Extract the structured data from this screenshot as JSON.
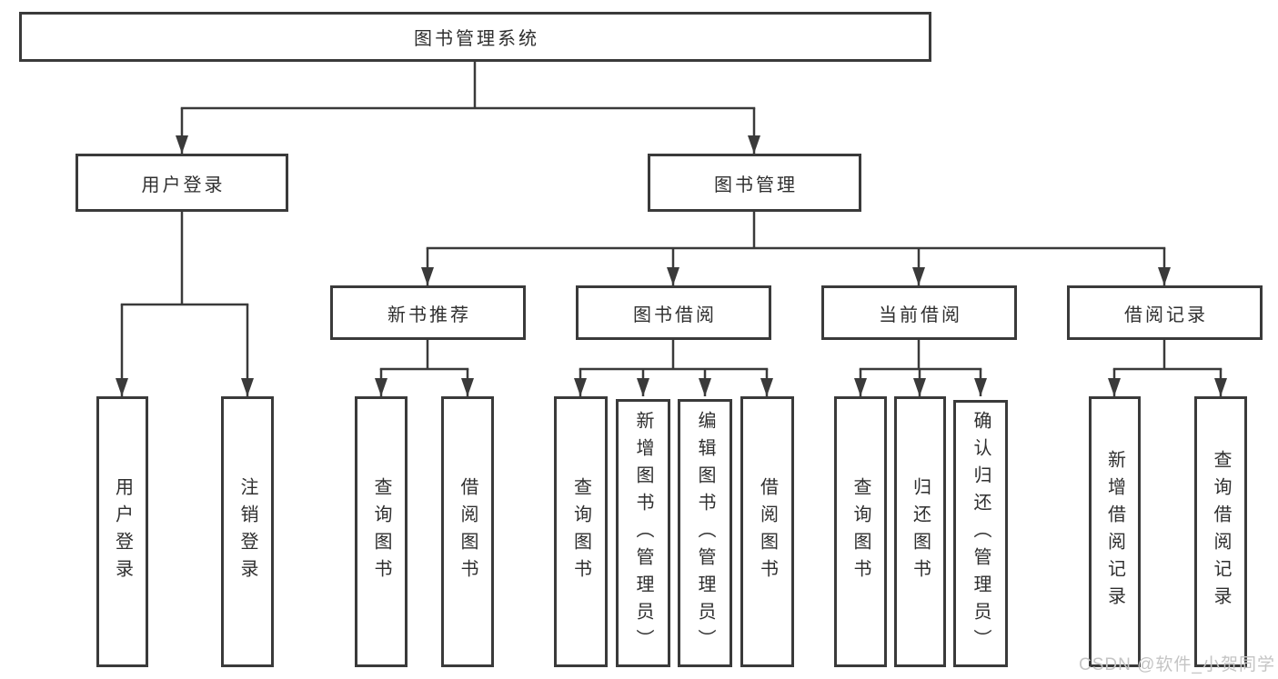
{
  "diagram_title": "图书管理系统",
  "nodes": {
    "root": {
      "label": "图书管理系统"
    },
    "user_login": {
      "label": "用户登录"
    },
    "book_mgmt": {
      "label": "图书管理"
    },
    "login": {
      "label": "用户登录"
    },
    "logout": {
      "label": "注销登录"
    },
    "new_book_rec": {
      "label": "新书推荐"
    },
    "book_borrow": {
      "label": "图书借阅"
    },
    "current_borrow": {
      "label": "当前借阅"
    },
    "borrow_record": {
      "label": "借阅记录"
    },
    "nbr_query_book": {
      "label": "查询图书"
    },
    "nbr_borrow_book": {
      "label": "借阅图书"
    },
    "bb_query_book": {
      "label": "查询图书"
    },
    "bb_add_book": {
      "label": "新增图书（管理员）"
    },
    "bb_edit_book": {
      "label": "编辑图书（管理员）"
    },
    "bb_borrow_book": {
      "label": "借阅图书"
    },
    "cb_query_book": {
      "label": "查询图书"
    },
    "cb_return_book": {
      "label": "归还图书"
    },
    "cb_confirm_return": {
      "label": "确认归还（管理员）"
    },
    "br_add_record": {
      "label": "新增借阅记录"
    },
    "br_query_record": {
      "label": "查询借阅记录"
    }
  },
  "hierarchy": {
    "label": "图书管理系统",
    "children": [
      {
        "label": "用户登录",
        "children": [
          {
            "label": "用户登录"
          },
          {
            "label": "注销登录"
          }
        ]
      },
      {
        "label": "图书管理",
        "children": [
          {
            "label": "新书推荐",
            "children": [
              {
                "label": "查询图书"
              },
              {
                "label": "借阅图书"
              }
            ]
          },
          {
            "label": "图书借阅",
            "children": [
              {
                "label": "查询图书"
              },
              {
                "label": "新增图书（管理员）"
              },
              {
                "label": "编辑图书（管理员）"
              },
              {
                "label": "借阅图书"
              }
            ]
          },
          {
            "label": "当前借阅",
            "children": [
              {
                "label": "查询图书"
              },
              {
                "label": "归还图书"
              },
              {
                "label": "确认归还（管理员）"
              }
            ]
          },
          {
            "label": "借阅记录",
            "children": [
              {
                "label": "新增借阅记录"
              },
              {
                "label": "查询借阅记录"
              }
            ]
          }
        ]
      }
    ]
  },
  "watermark": "CSDN @软件_小贺同学",
  "colors": {
    "line": "#3a3a3a",
    "box_border": "#3a3a3a",
    "text": "#2f2f2f",
    "watermark": "#c4c4c4",
    "background": "#ffffff"
  }
}
